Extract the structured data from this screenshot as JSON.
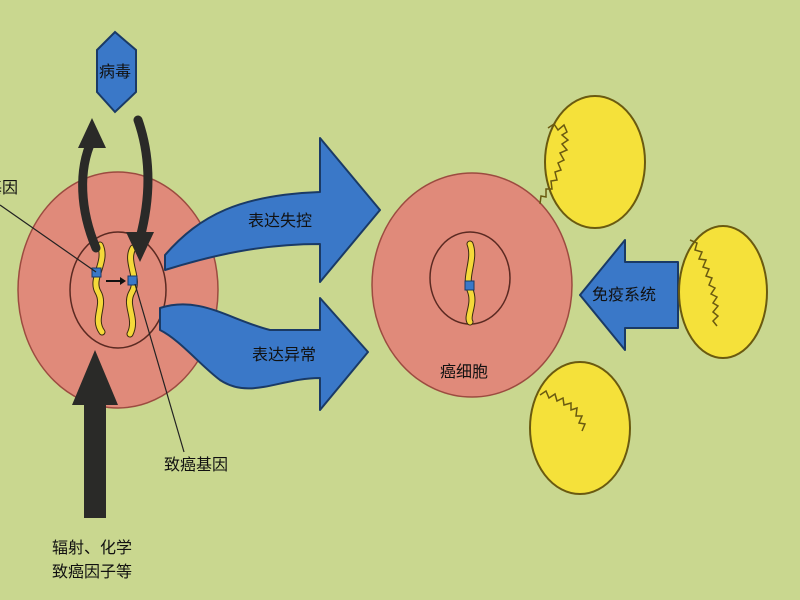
{
  "labels": {
    "virus": "病毒",
    "gene_partial": "基因",
    "uncontrolled": "表达失控",
    "abnormal": "表达异常",
    "oncogene": "致癌基因",
    "cancer_cell": "癌细胞",
    "immune_system": "免疫系统",
    "carcinogens_line1": "辐射、化学",
    "carcinogens_line2": "致癌因子等"
  },
  "colors": {
    "background": "#c9d78f",
    "cell": "#e08a7a",
    "arrow_blue": "#3a78c8",
    "arrow_black": "#2a2a28",
    "immune_cell": "#f5e13a",
    "chromosome": "#f5d93a"
  }
}
